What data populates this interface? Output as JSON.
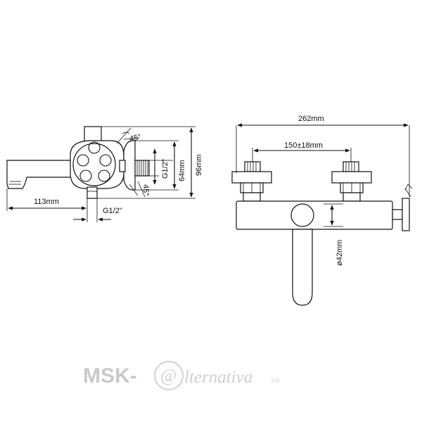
{
  "side_view": {
    "dim_angle_top": "45°",
    "dim_angle_bottom": "45°",
    "dim_thread_vertical": "G1/2\"",
    "dim_height_inner": "64mm",
    "dim_height_outer": "96mm",
    "dim_spout_length": "113mm",
    "dim_thread_bottom": "G1/2\""
  },
  "front_view": {
    "dim_total_width": "262mm",
    "dim_center_distance": "150±18mm",
    "dim_diameter": "ø42mm"
  },
  "watermark": {
    "brand_left": "MSK-",
    "brand_at": "@",
    "brand_right": "lternativa",
    "brand_domain": ".ru"
  }
}
